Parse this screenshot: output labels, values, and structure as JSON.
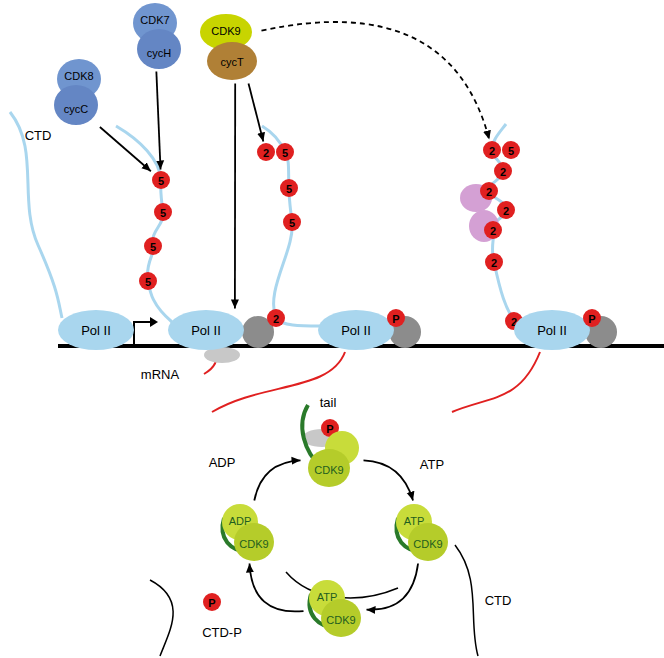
{
  "diagram": {
    "nodes": [
      {
        "text": [
          "CDK8",
          "cycC"
        ]
      },
      {
        "text": [
          "CDK7",
          "cycH"
        ]
      },
      {
        "text": [
          "CDK9",
          "cycT"
        ]
      },
      {
        "text": [
          "Pol II"
        ]
      },
      {
        "text": [
          "5"
        ]
      },
      {
        "text": [
          "5"
        ]
      },
      {
        "text": [
          "5"
        ]
      },
      {
        "text": [
          "5"
        ]
      },
      {
        "text": [
          "Pol II"
        ]
      },
      {
        "text": [
          "2"
        ]
      },
      {
        "text": [
          "5"
        ]
      },
      {
        "text": [
          "5"
        ]
      },
      {
        "text": [
          "5"
        ]
      },
      {
        "text": [
          "2"
        ]
      },
      {
        "text": [
          "Pol II"
        ]
      },
      {
        "text": [
          "P"
        ]
      },
      {
        "text": [
          "P"
        ]
      },
      {
        "text": [
          "2"
        ]
      },
      {
        "text": [
          "5"
        ]
      },
      {
        "text": [
          "2"
        ]
      },
      {
        "text": [
          "2"
        ]
      },
      {
        "text": [
          "2"
        ]
      },
      {
        "text": [
          "2"
        ]
      },
      {
        "text": [
          "2"
        ]
      },
      {
        "text": [
          "2"
        ]
      },
      {
        "text": [
          "Pol II"
        ]
      },
      {
        "text": [
          "P"
        ]
      },
      {
        "text": [
          "CDK9"
        ]
      },
      {
        "text": [
          "ATP",
          "CDK9"
        ]
      },
      {
        "text": [
          "ATP",
          "CDK9"
        ]
      },
      {
        "text": [
          "ADP",
          "CDK9"
        ]
      },
      {
        "text": [
          "P"
        ]
      }
    ],
    "edges": [
      {
        "from": 0,
        "to": 4,
        "arrow": "to"
      },
      {
        "from": 1,
        "to": 4,
        "arrow": "to"
      },
      {
        "from": 2,
        "to": 9,
        "arrow": "to"
      },
      {
        "from": 2,
        "to": 8,
        "arrow": "to"
      },
      {
        "from": 2,
        "to": 17,
        "arrow": "to"
      },
      {
        "from": 27,
        "to": 28,
        "arrow": "to"
      },
      {
        "from": 28,
        "to": 29,
        "arrow": "to"
      },
      {
        "from": 29,
        "to": 30,
        "arrow": "to"
      },
      {
        "from": 30,
        "to": 27,
        "arrow": "to"
      }
    ],
    "labels": [
      "CTD",
      "mRNA",
      "tail",
      "ADP",
      "ATP",
      "CTD",
      "CTD-P"
    ]
  }
}
